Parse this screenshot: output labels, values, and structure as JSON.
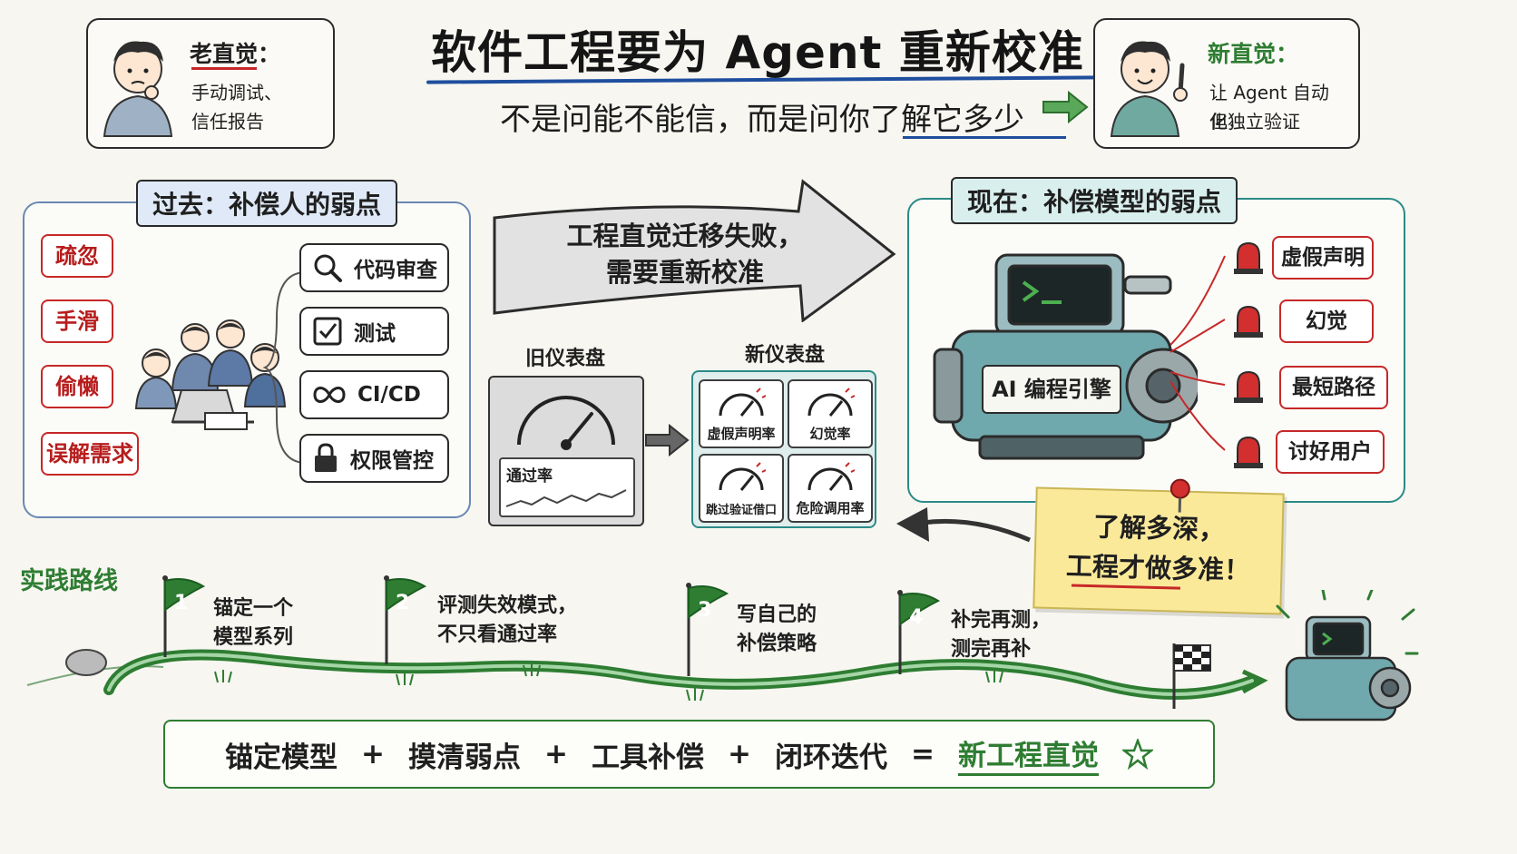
{
  "title": "软件工程要为 Agent 重新校准",
  "subtitle": "不是问能不能信，而是问你了解它多少",
  "old_intuition": {
    "head": "老直觉：",
    "line1": "手动调试、",
    "line2": "信任报告"
  },
  "new_intuition": {
    "head": "新直觉：",
    "line1": "让 Agent 自动化，",
    "line2": "但独立验证"
  },
  "past_panel": {
    "label": "过去：补偿人的弱点",
    "weaknesses": [
      "疏忽",
      "手滑",
      "偷懒",
      "误解需求"
    ],
    "tools": [
      "代码审查",
      "测试",
      "CI/CD",
      "权限管控"
    ]
  },
  "center": {
    "arrow_line1": "工程直觉迁移失败，",
    "arrow_line2": "需要重新校准",
    "old_dashboard": "旧仪表盘",
    "old_metric": "通过率",
    "new_dashboard": "新仪表盘",
    "gauges": [
      "虚假声明率",
      "幻觉率",
      "跳过验证借口",
      "危险调用率"
    ]
  },
  "now_panel": {
    "label": "现在：补偿模型的弱点",
    "engine": "AI 编程引擎",
    "weaknesses": [
      "虚假声明",
      "幻觉",
      "最短路径",
      "讨好用户"
    ]
  },
  "sticky": {
    "line1": "了解多深，",
    "line2": "工程才做多准！"
  },
  "roadmap": {
    "label": "实践路线",
    "steps": [
      {
        "num": "1",
        "line1": "锚定一个",
        "line2": "模型系列"
      },
      {
        "num": "2",
        "line1": "评测失效模式，",
        "line2": "不只看通过率"
      },
      {
        "num": "3",
        "line1": "写自己的",
        "line2": "补偿策略"
      },
      {
        "num": "4",
        "line1": "补完再测，",
        "line2": "测完再补"
      }
    ]
  },
  "formula": {
    "terms": [
      "锚定模型",
      "摸清弱点",
      "工具补偿",
      "闭环迭代"
    ],
    "plus": "+",
    "equals": "=",
    "result": "新工程直觉"
  },
  "colors": {
    "blue_accent": "#1f4e9e",
    "red": "#c62828",
    "green": "#2e7d32",
    "teal": "#2c8a87"
  }
}
